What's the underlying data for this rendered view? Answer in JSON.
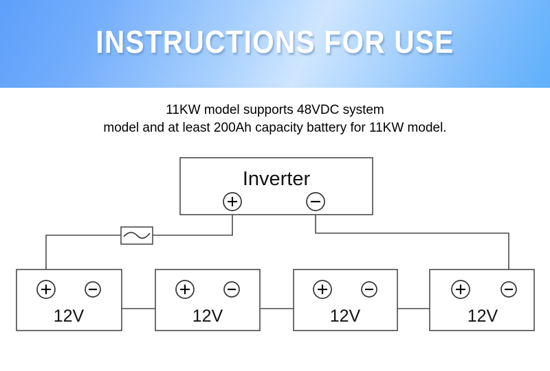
{
  "header": {
    "title": "INSTRUCTIONS FOR USE",
    "gradient_from": "#5d9ffb",
    "gradient_mid": "#cfe6ff",
    "gradient_to": "#5fb0fb",
    "title_color": "#ffffff"
  },
  "description": {
    "line1": "11KW model supports 48VDC system",
    "line2": "model and at least 200Ah capacity battery for 11KW model."
  },
  "diagram": {
    "line_color": "#4a4a4a",
    "inverter": {
      "label": "Inverter",
      "positive_terminal": "+",
      "negative_terminal": "−"
    },
    "fuse": {
      "label": "fuse-symbol"
    },
    "batteries": [
      {
        "label": "12V",
        "positive_terminal": "+",
        "negative_terminal": "−"
      },
      {
        "label": "12V",
        "positive_terminal": "+",
        "negative_terminal": "−"
      },
      {
        "label": "12V",
        "positive_terminal": "+",
        "negative_terminal": "−"
      },
      {
        "label": "12V",
        "positive_terminal": "+",
        "negative_terminal": "−"
      }
    ]
  }
}
